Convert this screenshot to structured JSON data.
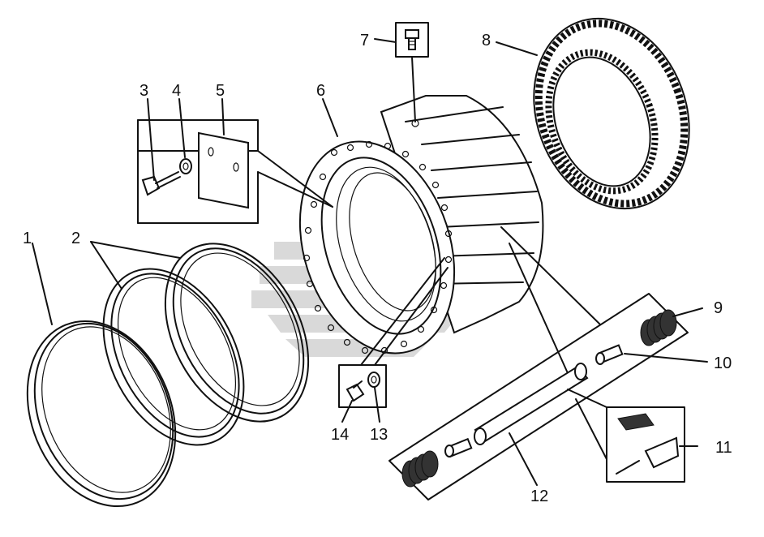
{
  "diagram": {
    "callouts": [
      {
        "id": "c1",
        "text": "1"
      },
      {
        "id": "c2",
        "text": "2"
      },
      {
        "id": "c3",
        "text": "3"
      },
      {
        "id": "c4",
        "text": "4"
      },
      {
        "id": "c5",
        "text": "5"
      },
      {
        "id": "c6",
        "text": "6"
      },
      {
        "id": "c7",
        "text": "7"
      },
      {
        "id": "c8",
        "text": "8"
      },
      {
        "id": "c9",
        "text": "9"
      },
      {
        "id": "c10",
        "text": "10"
      },
      {
        "id": "c11",
        "text": "11"
      },
      {
        "id": "c12",
        "text": "12"
      },
      {
        "id": "c13",
        "text": "13"
      },
      {
        "id": "c14",
        "text": "14"
      }
    ],
    "watermark_color": "#b9b9b9"
  }
}
